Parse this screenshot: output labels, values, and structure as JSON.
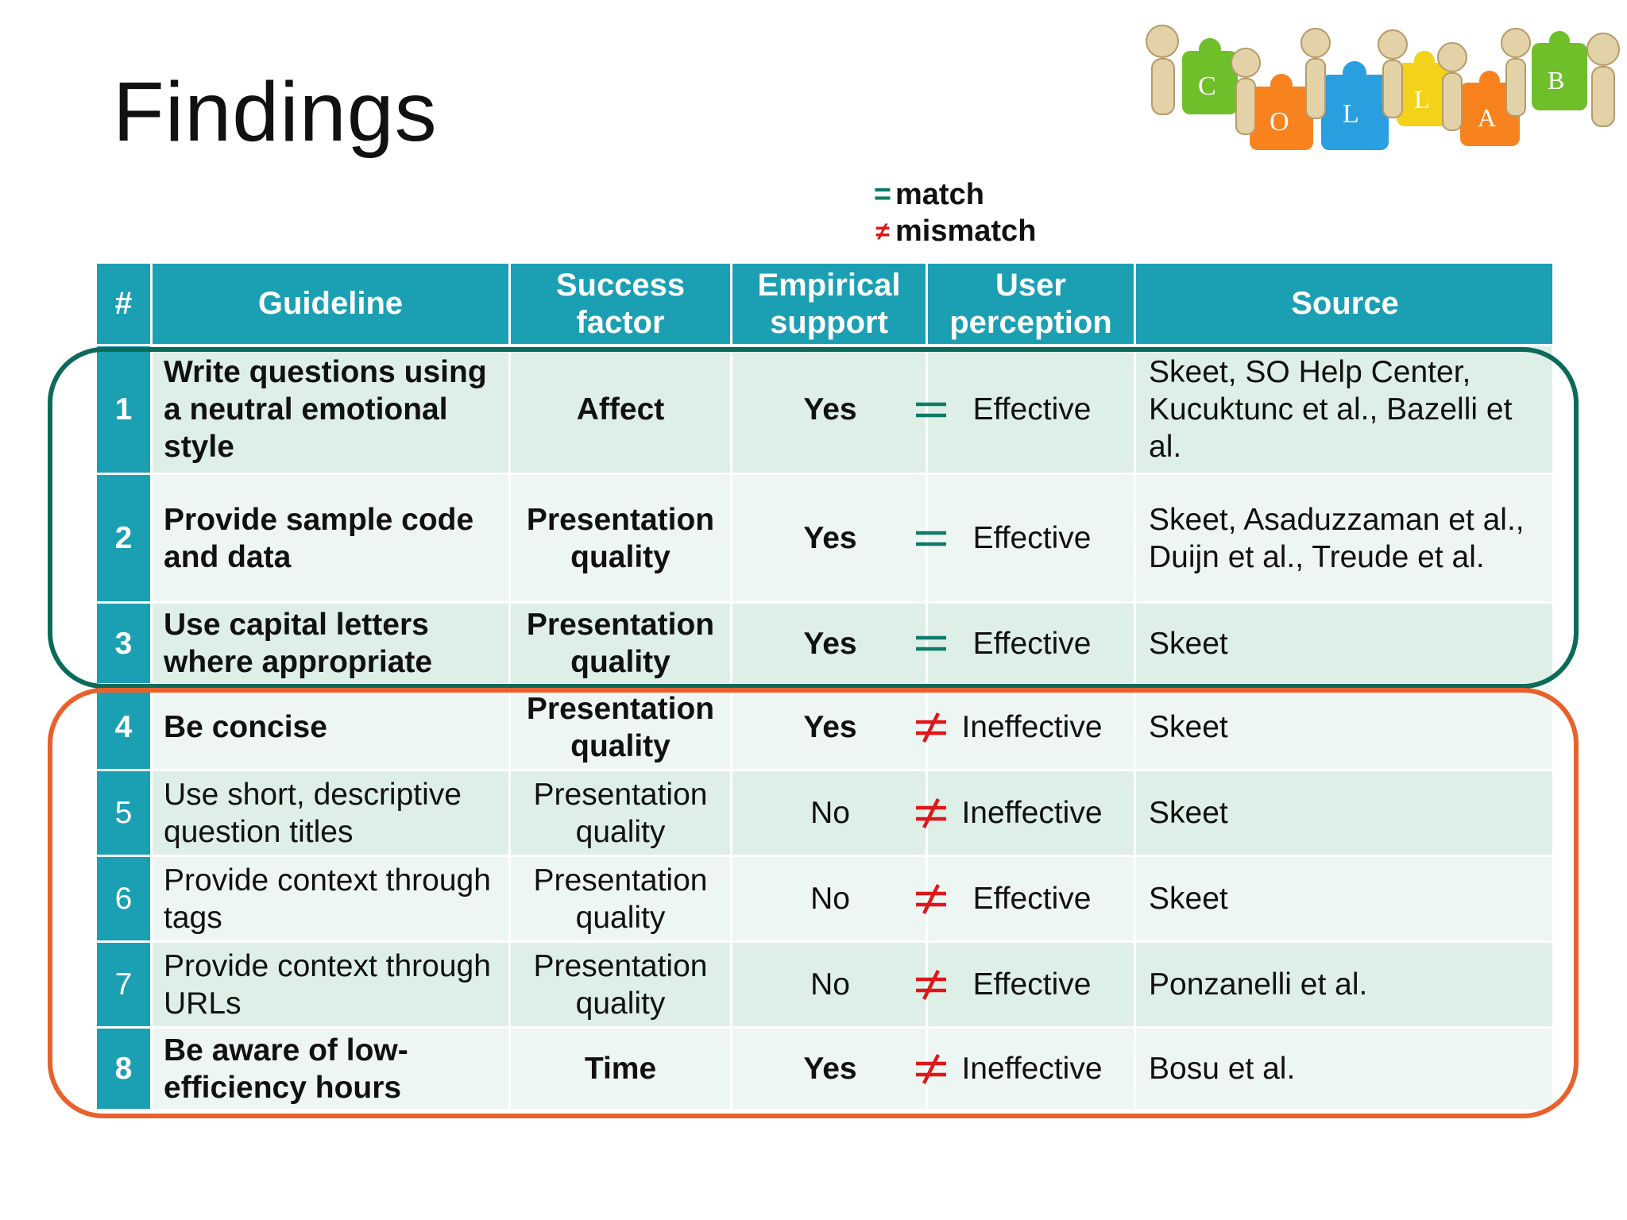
{
  "slide": {
    "title": "Findings",
    "logo_letters": [
      "C",
      "O",
      "L",
      "L",
      "A",
      "B"
    ]
  },
  "legend": {
    "match_symbol": "=",
    "match_label": "match",
    "mismatch_symbol": "≠",
    "mismatch_label": "mismatch",
    "match_color": "#0f7a68",
    "mismatch_color": "#e0161a"
  },
  "table": {
    "headers": {
      "num": "#",
      "guideline": "Guideline",
      "factor": "Success factor",
      "empirical": "Empirical support",
      "user": "User perception",
      "source": "Source"
    },
    "rows": [
      {
        "num": "1",
        "guideline": "Write questions using a neutral emotional style",
        "factor": "Affect",
        "empirical": "Yes",
        "relation": "=",
        "user": "Effective",
        "source": "Skeet, SO Help Center, Kucuktunc et al., Bazelli et al."
      },
      {
        "num": "2",
        "guideline": "Provide sample code and data",
        "factor": "Presentation quality",
        "empirical": "Yes",
        "relation": "=",
        "user": "Effective",
        "source": "Skeet, Asaduzzaman et al., Duijn et al., Treude et al."
      },
      {
        "num": "3",
        "guideline": "Use capital letters where appropriate",
        "factor": "Presentation quality",
        "empirical": "Yes",
        "relation": "=",
        "user": "Effective",
        "source": "Skeet"
      },
      {
        "num": "4",
        "guideline": "Be concise",
        "factor": "Presentation quality",
        "empirical": "Yes",
        "relation": "≠",
        "user": "Ineffective",
        "source": "Skeet"
      },
      {
        "num": "5",
        "guideline": "Use short, descriptive question titles",
        "factor": "Presentation quality",
        "empirical": "No",
        "relation": "≠",
        "user": "Ineffective",
        "source": "Skeet"
      },
      {
        "num": "6",
        "guideline": "Provide context through tags",
        "factor": "Presentation quality",
        "empirical": "No",
        "relation": "≠",
        "user": "Effective",
        "source": "Skeet"
      },
      {
        "num": "7",
        "guideline": "Provide context through URLs",
        "factor": "Presentation quality",
        "empirical": "No",
        "relation": "≠",
        "user": "Effective",
        "source": "Ponzanelli et al."
      },
      {
        "num": "8",
        "guideline": "Be aware of low-efficiency hours",
        "factor": "Time",
        "empirical": "Yes",
        "relation": "≠",
        "user": "Ineffective",
        "source": "Bosu et al."
      }
    ]
  }
}
